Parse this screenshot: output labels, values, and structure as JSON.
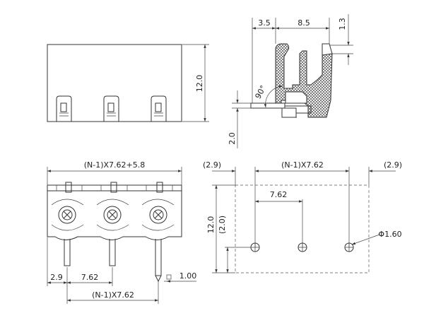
{
  "drawing": {
    "front_view": {
      "dim_height": "12.0"
    },
    "side_view": {
      "dim_top_left": "3.5",
      "dim_top_mid": "8.5",
      "dim_top_right": "1.3",
      "dim_angle": "90°",
      "dim_bottom": "2.0"
    },
    "bottom_view": {
      "dim_overall": "(N-1)X7.62+5.8",
      "dim_edge": "2.9",
      "dim_pitch": "7.62",
      "dim_total": "(N-1)X7.62",
      "dim_pin": "1.00"
    },
    "pcb_layout": {
      "dim_left_margin": "(2.9)",
      "dim_span": "(N-1)X7.62",
      "dim_right_margin": "(2.9)",
      "dim_pitch": "7.62",
      "dim_height": "12.0",
      "dim_offset": "(2.0)",
      "dim_hole": "Φ1.60"
    }
  }
}
